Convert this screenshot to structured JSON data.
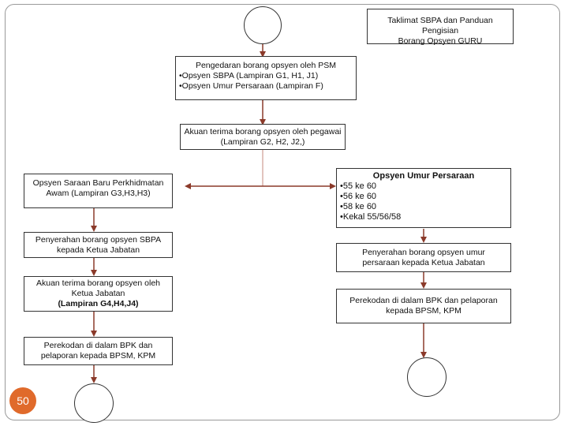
{
  "slide": {
    "page_number": "50",
    "accent_color": "#e06a2b",
    "connector_color": "#8b3a2a"
  },
  "boxes": {
    "taklimat": {
      "line1": "Taklimat SBPA dan Panduan Pengisian",
      "line2": "Borang Opsyen GURU"
    },
    "pengedaran": {
      "line1": "Pengedaran borang opsyen oleh PSM",
      "line2": "•Opsyen SBPA (Lampiran G1, H1, J1)",
      "line3": "•Opsyen Umur Persaraan (Lampiran F)"
    },
    "akuan_pegawai": {
      "line1": "Akuan terima borang opsyen oleh pegawai",
      "line2": "(Lampiran G2, H2, J2,)"
    },
    "opsyen_saraan": {
      "line1": "Opsyen Saraan Baru Perkhidmatan",
      "line2": "Awam (Lampiran G3,H3,H3)"
    },
    "opsyen_umur": {
      "title": "Opsyen Umur Persaraan",
      "items": [
        "•55 ke 60",
        "•56 ke 60",
        "•58 ke 60",
        "•Kekal 55/56/58"
      ]
    },
    "penyerahan_sbpa": {
      "line1": "Penyerahan borang opsyen SBPA",
      "line2": "kepada Ketua Jabatan"
    },
    "penyerahan_umur": {
      "line1": "Penyerahan borang opsyen umur",
      "line2": "persaraan kepada Ketua Jabatan"
    },
    "akuan_ketua": {
      "line1": "Akuan terima borang opsyen oleh",
      "line2": "Ketua Jabatan",
      "line3": "(Lampiran G4,H4,J4)"
    },
    "perekodan_kanan": {
      "line1": "Perekodan di dalam BPK dan pelaporan",
      "line2": "kepada BPSM, KPM"
    },
    "perekodan_kiri": {
      "line1": "Perekodan di dalam BPK dan",
      "line2": "pelaporan kepada BPSM, KPM"
    }
  }
}
